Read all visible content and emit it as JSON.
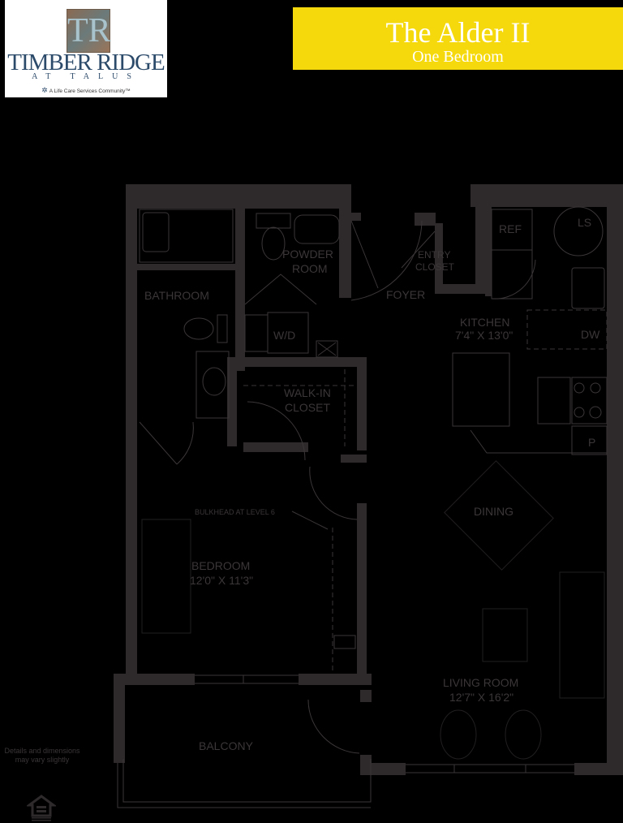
{
  "logo": {
    "monogram": "TR",
    "name": "TIMBER RIDGE",
    "subtitle": "AT TALUS",
    "tagline": "A Life Care Services Community™",
    "tagline_icon": "lcs-star-icon"
  },
  "header": {
    "title": "The Alder II",
    "subtitle": "One Bedroom",
    "accent_color": "#f5d90c"
  },
  "rooms": {
    "bathroom": "BATHROOM",
    "powder_room_1": "POWDER",
    "powder_room_2": "ROOM",
    "wd": "W/D",
    "foyer": "FOYER",
    "entry_closet_1": "ENTRY",
    "entry_closet_2": "CLOSET",
    "ref": "REF",
    "ls": "LS",
    "kitchen": "KITCHEN",
    "kitchen_dim": "7'4\" X 13'0\"",
    "dw": "DW",
    "pantry": "P",
    "walkin_1": "WALK-IN",
    "walkin_2": "CLOSET",
    "bulkhead": "BULKHEAD AT LEVEL 6",
    "bedroom": "BEDROOM",
    "bedroom_dim": "12'0\" X 11'3\"",
    "dining": "DINING",
    "living": "LIVING ROOM",
    "living_dim": "12'7\" X 16'2\"",
    "balcony": "BALCONY"
  },
  "footer": {
    "disclaimer_1": "Details and dimensions",
    "disclaimer_2": "may vary slightly",
    "eho_icon": "equal-housing-icon"
  },
  "colors": {
    "background": "#000000",
    "wall": "#2e2a2b",
    "line": "#3b3638"
  }
}
